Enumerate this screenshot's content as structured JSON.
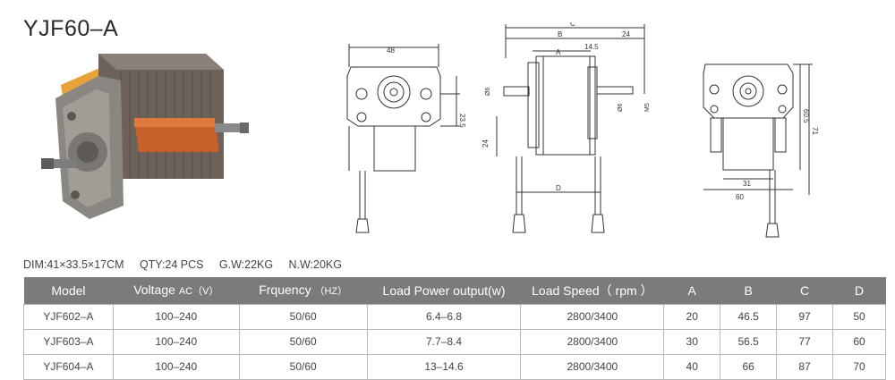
{
  "title": "YJF60–A",
  "specs": {
    "dim": "DIM:41×33.5×17CM",
    "qty": "QTY:24 PCS",
    "gw": "G.W:22KG",
    "nw": "N.W:20KG"
  },
  "drawings": {
    "front": {
      "width": "48",
      "height": "23.5",
      "lower": "24"
    },
    "side": {
      "c": "C",
      "b": "B",
      "a": "A",
      "d": "D",
      "top_right": "24",
      "mid": "14.5",
      "shaft1": "Ø6",
      "shaft2": "Ø6",
      "shaft3": "M5"
    },
    "back": {
      "h1": "60.5",
      "h2": "71",
      "w1": "31",
      "w2": "60"
    }
  },
  "table": {
    "headers": [
      {
        "main": "Model",
        "unit": ""
      },
      {
        "main": "Voltage",
        "unit": "AC（V）"
      },
      {
        "main": "Frquency",
        "unit": "（HZ）"
      },
      {
        "main": "Load Power output(w)",
        "unit": ""
      },
      {
        "main": "Load Speed（ rpm ）",
        "unit": ""
      },
      {
        "main": "A",
        "unit": ""
      },
      {
        "main": "B",
        "unit": ""
      },
      {
        "main": "C",
        "unit": ""
      },
      {
        "main": "D",
        "unit": ""
      }
    ],
    "rows": [
      [
        "YJF602–A",
        "100–240",
        "50/60",
        "6.4–6.8",
        "2800/3400",
        "20",
        "46.5",
        "97",
        "50"
      ],
      [
        "YJF603–A",
        "100–240",
        "50/60",
        "7.7–8.4",
        "2800/3400",
        "30",
        "56.5",
        "77",
        "60"
      ],
      [
        "YJF604–A",
        "100–240",
        "50/60",
        "13–14.6",
        "2800/3400",
        "40",
        "66",
        "87",
        "70"
      ]
    ]
  },
  "colors": {
    "header_bg": "#7b7b7b",
    "stator": "#6d6259",
    "copper": "#c8602c",
    "frame": "#8a8782"
  }
}
